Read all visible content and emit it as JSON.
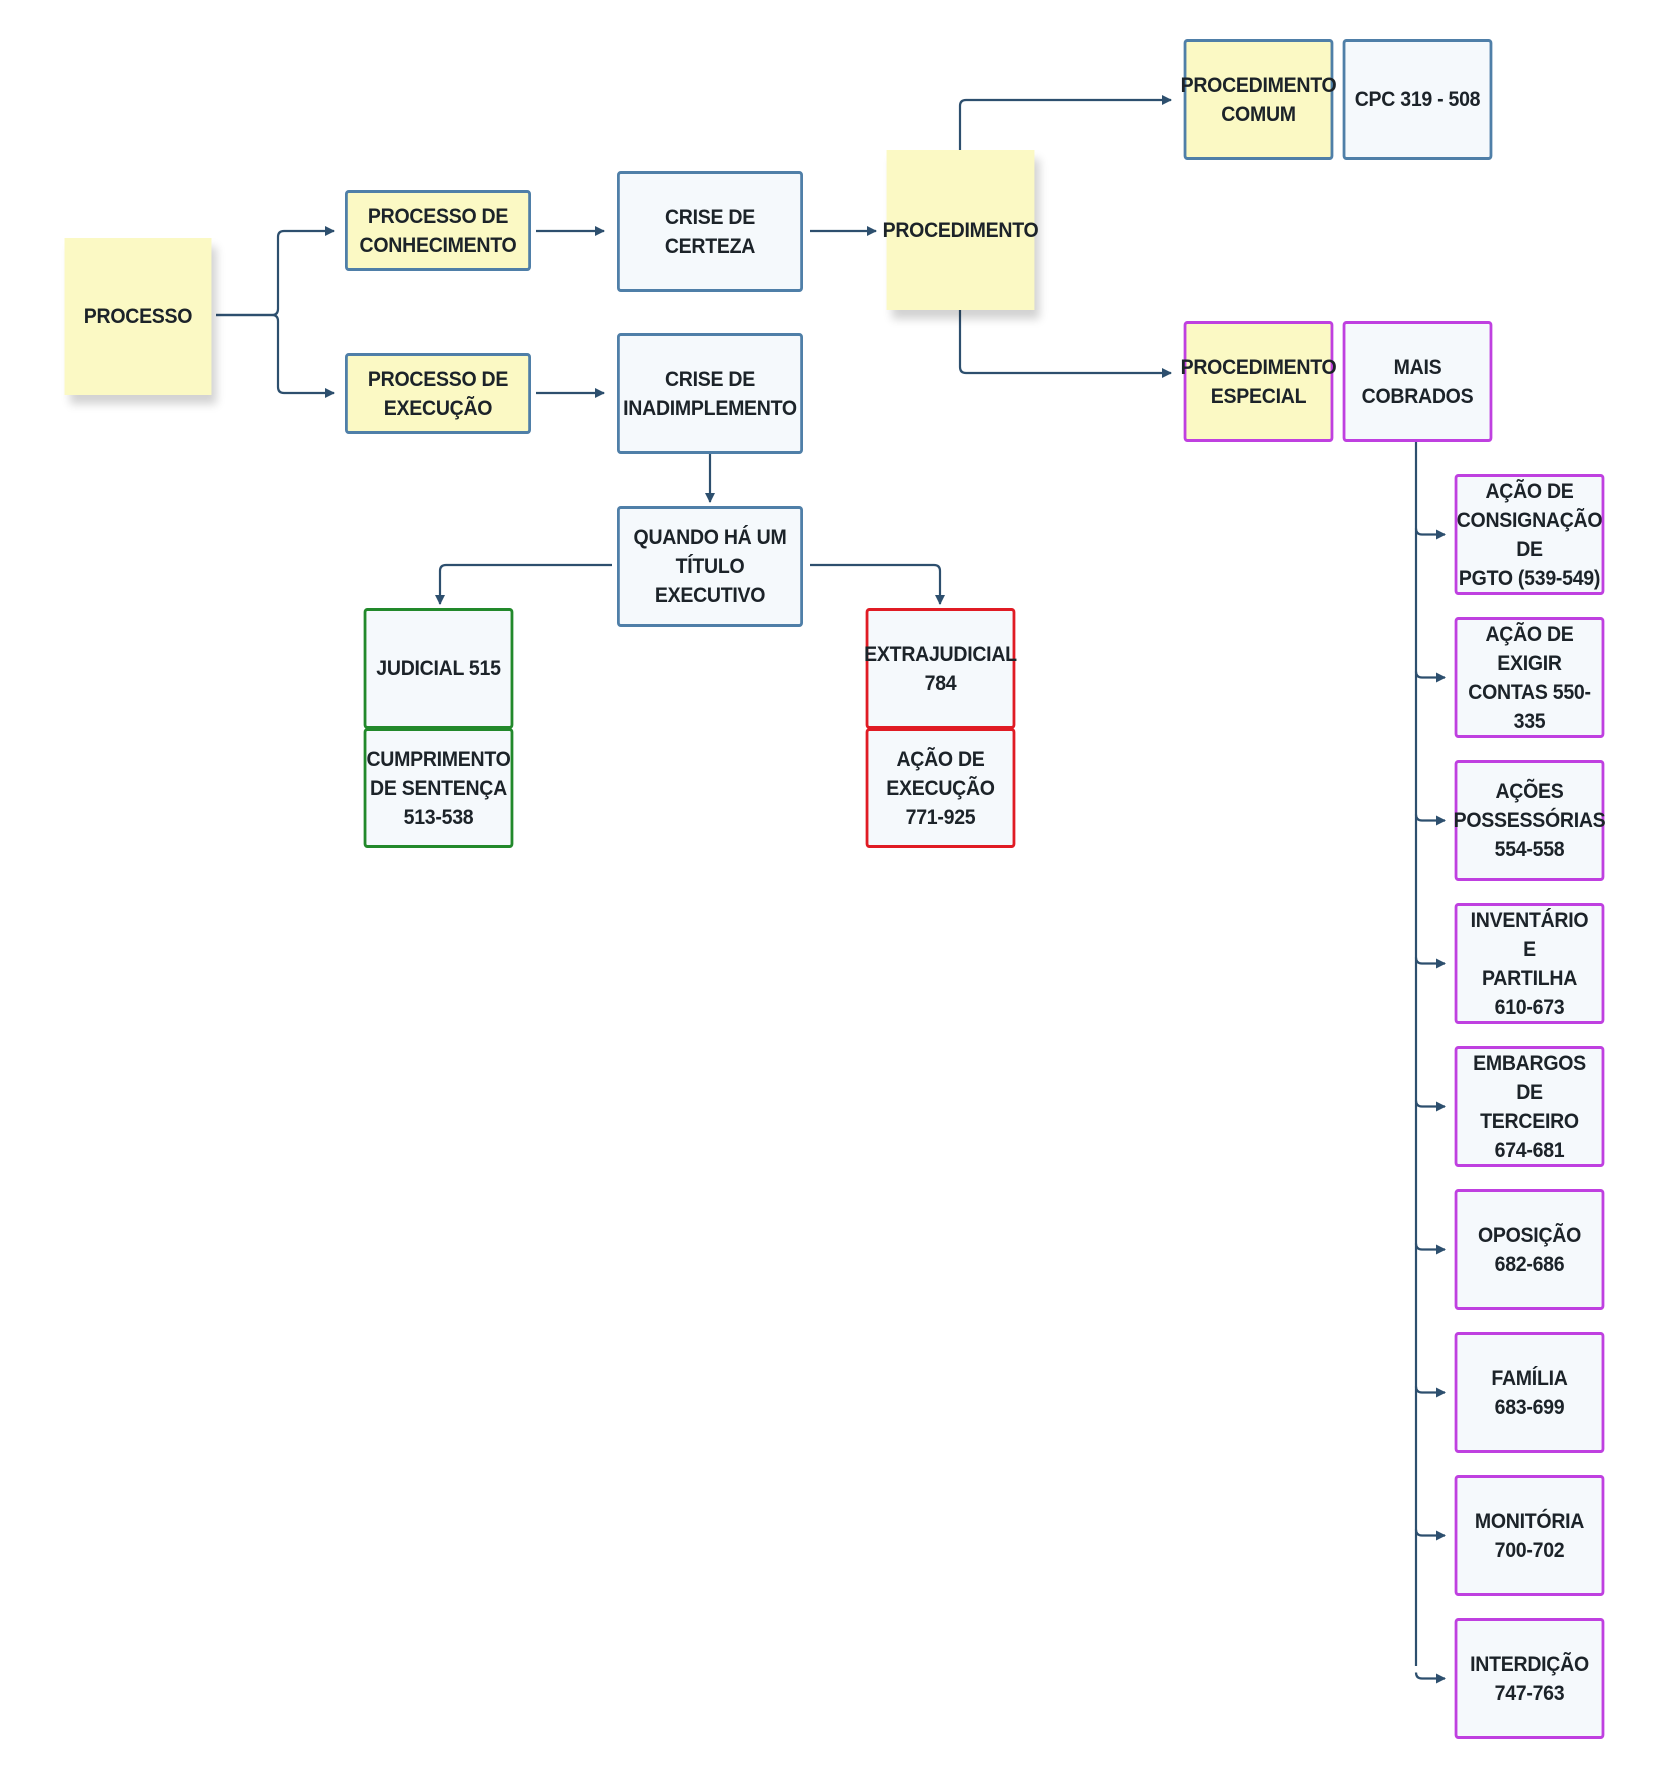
{
  "diagram": {
    "processo": "PROCESSO",
    "processo_conhecimento": "PROCESSO DE\nCONHECIMENTO",
    "processo_execucao": "PROCESSO DE\nEXECUÇÃO",
    "crise_certeza": "CRISE DE CERTEZA",
    "crise_inadimplemento": "CRISE DE\nINADIMPLEMENTO",
    "titulo_executivo": "QUANDO HÁ UM\nTÍTULO EXECUTIVO",
    "judicial": "JUDICIAL 515",
    "cumprimento_sentenca": "CUMPRIMENTO\nDE SENTENÇA\n513-538",
    "extrajudicial": "EXTRAJUDICIAL\n784",
    "acao_execucao": "AÇÃO DE\nEXECUÇÃO\n771-925",
    "procedimento": "PROCEDIMENTO",
    "procedimento_comum": "PROCEDIMENTO\nCOMUM",
    "cpc": "CPC 319 - 508",
    "procedimento_especial": "PROCEDIMENTO\nESPECIAL",
    "mais_cobrados": "MAIS COBRADOS",
    "especiais": [
      "AÇÃO DE\nCONSIGNAÇÃO DE\nPGTO (539-549)",
      "AÇÃO DE EXIGIR\nCONTAS 550-335",
      "AÇÕES\nPOSSESSÓRIAS\n554-558",
      "INVENTÁRIO E\nPARTILHA\n610-673",
      "EMBARGOS DE\nTERCEIRO\n674-681",
      "OPOSIÇÃO\n682-686",
      "FAMÍLIA\n683-699",
      "MONITÓRIA\n700-702",
      "INTERDIÇÃO\n747-763"
    ]
  },
  "colors": {
    "sticky": "#fbf9c4",
    "blue_border": "#4f7fa8",
    "purple_border": "#bf40e0",
    "green_border": "#22892b",
    "red_border": "#e01b24",
    "connector": "#2d4f6e"
  }
}
